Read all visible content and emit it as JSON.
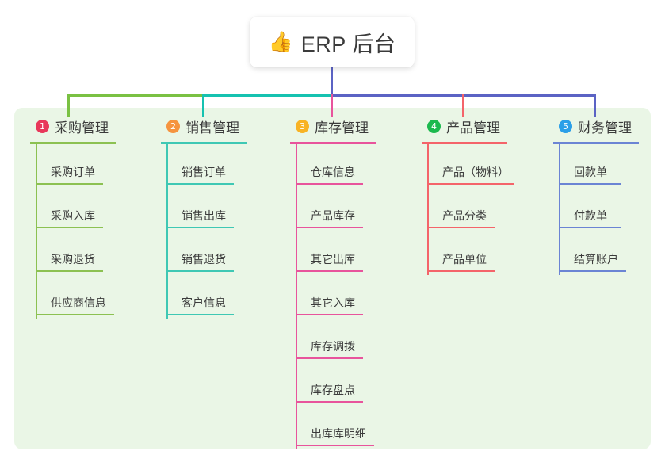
{
  "diagram": {
    "type": "mind-map",
    "root": {
      "icon": "thumbs-up-icon",
      "emoji": "👍",
      "label": "ERP 后台"
    },
    "panel_color": "#eaf6e6",
    "bus": {
      "segments": [
        {
          "name": "bus-green",
          "color": "#7ac143"
        },
        {
          "name": "bus-teal",
          "color": "#16c2b0"
        },
        {
          "name": "bus-blue",
          "color": "#5b63c4"
        }
      ],
      "root_drop_color": "#5b63c4"
    },
    "columns": [
      {
        "index": "1",
        "title": "采购管理",
        "badge_color": "#e8385a",
        "line_color": "#8cc152",
        "items": [
          "采购订单",
          "采购入库",
          "采购退货",
          "供应商信息"
        ]
      },
      {
        "index": "2",
        "title": "销售管理",
        "badge_color": "#f5943f",
        "line_color": "#3fc8b4",
        "items": [
          "销售订单",
          "销售出库",
          "销售退货",
          "客户信息"
        ]
      },
      {
        "index": "3",
        "title": "库存管理",
        "badge_color": "#f8b324",
        "line_color": "#e8549c",
        "items": [
          "仓库信息",
          "产品库存",
          "其它出库",
          "其它入库",
          "库存调拨",
          "库存盘点",
          "出库库明细"
        ]
      },
      {
        "index": "4",
        "title": "产品管理",
        "badge_color": "#1cb94e",
        "line_color": "#f4646a",
        "items": [
          "产品（物料）",
          "产品分类",
          "产品单位"
        ]
      },
      {
        "index": "5",
        "title": "财务管理",
        "badge_color": "#2b9fe8",
        "line_color": "#6b84d4",
        "items": [
          "回款单",
          "付款单",
          "结算账户"
        ]
      }
    ]
  }
}
